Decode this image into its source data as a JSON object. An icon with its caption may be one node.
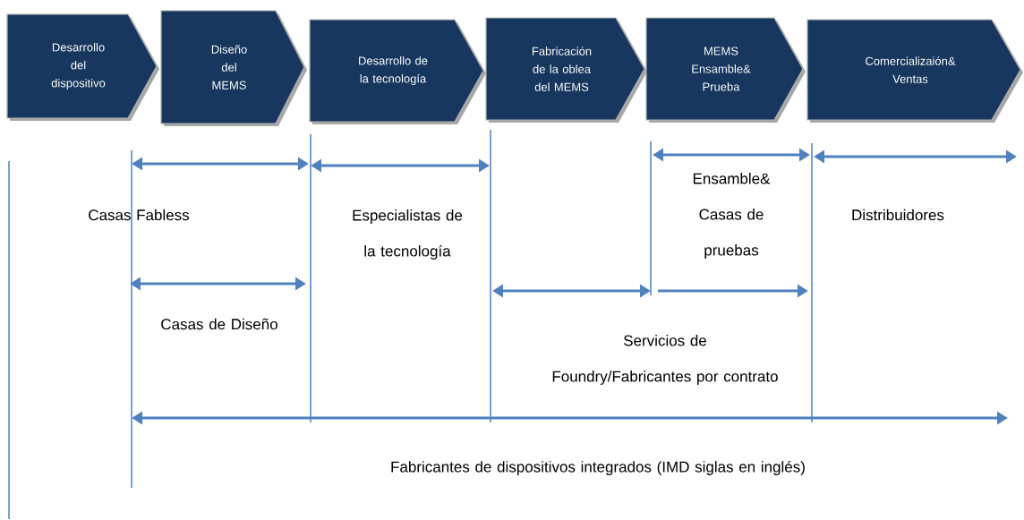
{
  "diagram": {
    "nodes": [
      {
        "text": [
          "Desarrollo del dispositivo"
        ]
      },
      {
        "text": [
          "Diseño del MEMS"
        ]
      },
      {
        "text": [
          "Desarrollo de la tecnología"
        ]
      },
      {
        "text": [
          "Fabricación de la oblea del MEMS"
        ]
      },
      {
        "text": [
          "MEMS Ensamble& Prueba"
        ]
      },
      {
        "text": [
          "Comercializaión& Ventas"
        ]
      }
    ],
    "labels": [
      "Casas Fabless",
      "Especialistas de la tecnología",
      "Ensamble& Casas de pruebas",
      "Distribuidores",
      "Casas de Diseño",
      "Servicios de Foundry/Fabricantes por contrato",
      "Fabricantes de dispositivos integrados (IMD siglas en inglés)"
    ]
  }
}
